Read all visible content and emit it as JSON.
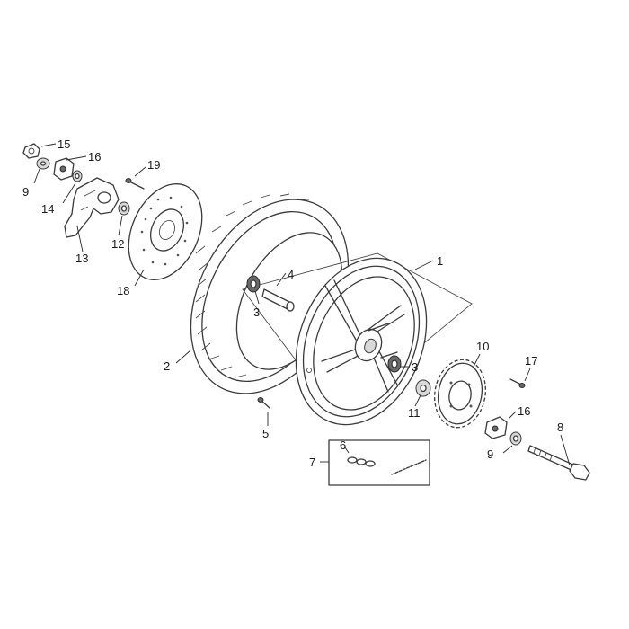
{
  "colors": {
    "line": "#3a3a3a",
    "background": "#ffffff"
  },
  "callouts": [
    {
      "id": "c15a",
      "text": "15"
    },
    {
      "id": "c16a",
      "text": "16"
    },
    {
      "id": "c19",
      "text": "19"
    },
    {
      "id": "c9a",
      "text": "9"
    },
    {
      "id": "c14",
      "text": "14"
    },
    {
      "id": "c12",
      "text": "12"
    },
    {
      "id": "c13",
      "text": "13"
    },
    {
      "id": "c18",
      "text": "18"
    },
    {
      "id": "c4",
      "text": "4"
    },
    {
      "id": "c3a",
      "text": "3"
    },
    {
      "id": "c1",
      "text": "1"
    },
    {
      "id": "c2",
      "text": "2"
    },
    {
      "id": "c3b",
      "text": "3"
    },
    {
      "id": "c10",
      "text": "10"
    },
    {
      "id": "c17",
      "text": "17"
    },
    {
      "id": "c11",
      "text": "11"
    },
    {
      "id": "c16b",
      "text": "16"
    },
    {
      "id": "c5",
      "text": "5"
    },
    {
      "id": "c8",
      "text": "8"
    },
    {
      "id": "c9b",
      "text": "9"
    },
    {
      "id": "c7",
      "text": "7"
    },
    {
      "id": "c6",
      "text": "6"
    }
  ]
}
